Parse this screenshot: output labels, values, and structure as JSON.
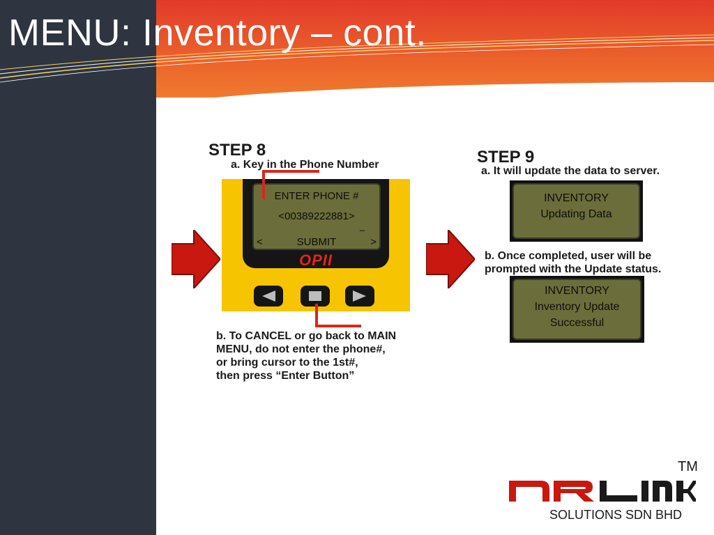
{
  "slide": {
    "title": "MENU: Inventory – cont."
  },
  "step8": {
    "title": "STEP 8",
    "caption_a": "a. Key in the Phone Number",
    "screen": {
      "line1": "ENTER PHONE #",
      "line2": "<00389222881>",
      "cursor": "_",
      "prev": "<",
      "submit": "SUBMIT",
      "next": ">"
    },
    "brand": "OPII",
    "caption_b": "b. To CANCEL or go back to MAIN\nMENU, do not enter the phone#,\nor bring cursor to the 1st#,\nthen press “Enter Button”"
  },
  "step9": {
    "title": "STEP 9",
    "caption_a": "a. It will update the data to server.",
    "panel1": {
      "line1": "INVENTORY",
      "line2": "Updating Data"
    },
    "caption_b": "b. Once completed, user will be\nprompted with the Update status.",
    "panel2": {
      "line1": "INVENTORY",
      "line2": "Inventory Update",
      "line3": "Successful"
    }
  },
  "footer": {
    "tm": "TM",
    "logo_text": "NRLINK",
    "company": "SOLUTIONS SDN BHD"
  },
  "icons": {
    "left": "triangle-left-icon",
    "enter": "square-icon",
    "right": "triangle-right-icon",
    "flow": "arrow-right-icon"
  },
  "colors": {
    "sidebar": "#2e3540",
    "header_red": "#e23a2a",
    "header_orange": "#f07a2e",
    "device_yellow": "#f6c400",
    "lcd_green": "#6b6e3a",
    "accent_red": "#d8261b"
  }
}
